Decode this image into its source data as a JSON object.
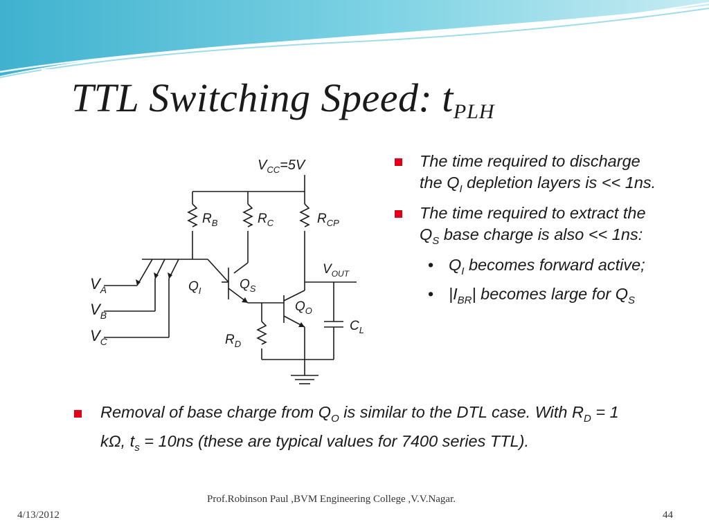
{
  "slide": {
    "title_main": "TTL Switching Speed:",
    "title_var": "t",
    "title_sub": "PLH"
  },
  "circuit": {
    "vcc_label": "V",
    "vcc_sub": "CC",
    "vcc_value": "=5V",
    "rb": "R",
    "rb_sub": "B",
    "rc": "R",
    "rc_sub": "C",
    "rcp": "R",
    "rcp_sub": "CP",
    "rd": "R",
    "rd_sub": "D",
    "qi": "Q",
    "qi_sub": "I",
    "qs": "Q",
    "qs_sub": "S",
    "qo": "Q",
    "qo_sub": "O",
    "vout": "V",
    "vout_sub": "OUT",
    "cl": "C",
    "cl_sub": "L",
    "va": "V",
    "va_sub": "A",
    "vb": "V",
    "vb_sub": "B",
    "vc": "V",
    "vc_sub": "C"
  },
  "bullets": {
    "b1_part1": "The time required to discharge the Q",
    "b1_sub": "I",
    "b1_part2": " depletion layers is << 1ns.",
    "b2_part1": "The time required to extract the Q",
    "b2_sub": "S",
    "b2_part2": " base charge is also << 1ns:",
    "s1_part1": "Q",
    "s1_sub": "I",
    "s1_part2": "  becomes forward active;",
    "s2_part1": "|I",
    "s2_sub": "BR",
    "s2_part2": "| becomes large for Q",
    "s2_sub2": "S",
    "dot": "•"
  },
  "bottom": {
    "part1": "Removal of base charge from Q",
    "sub1": "O",
    "part2": " is similar to the DTL case. With R",
    "sub2": "D",
    "part3": " = 1 kΩ, t",
    "sub3": "s",
    "part4": " = 10ns (these are typical values for 7400 series TTL)."
  },
  "footer": {
    "date": "4/13/2012",
    "author": "Prof.Robinson Paul ,BVM Engineering College ,V.V.Nagar.",
    "page": "44"
  },
  "colors": {
    "bullet_marker": "#e0001b",
    "header_wave": "#58c0d8"
  }
}
